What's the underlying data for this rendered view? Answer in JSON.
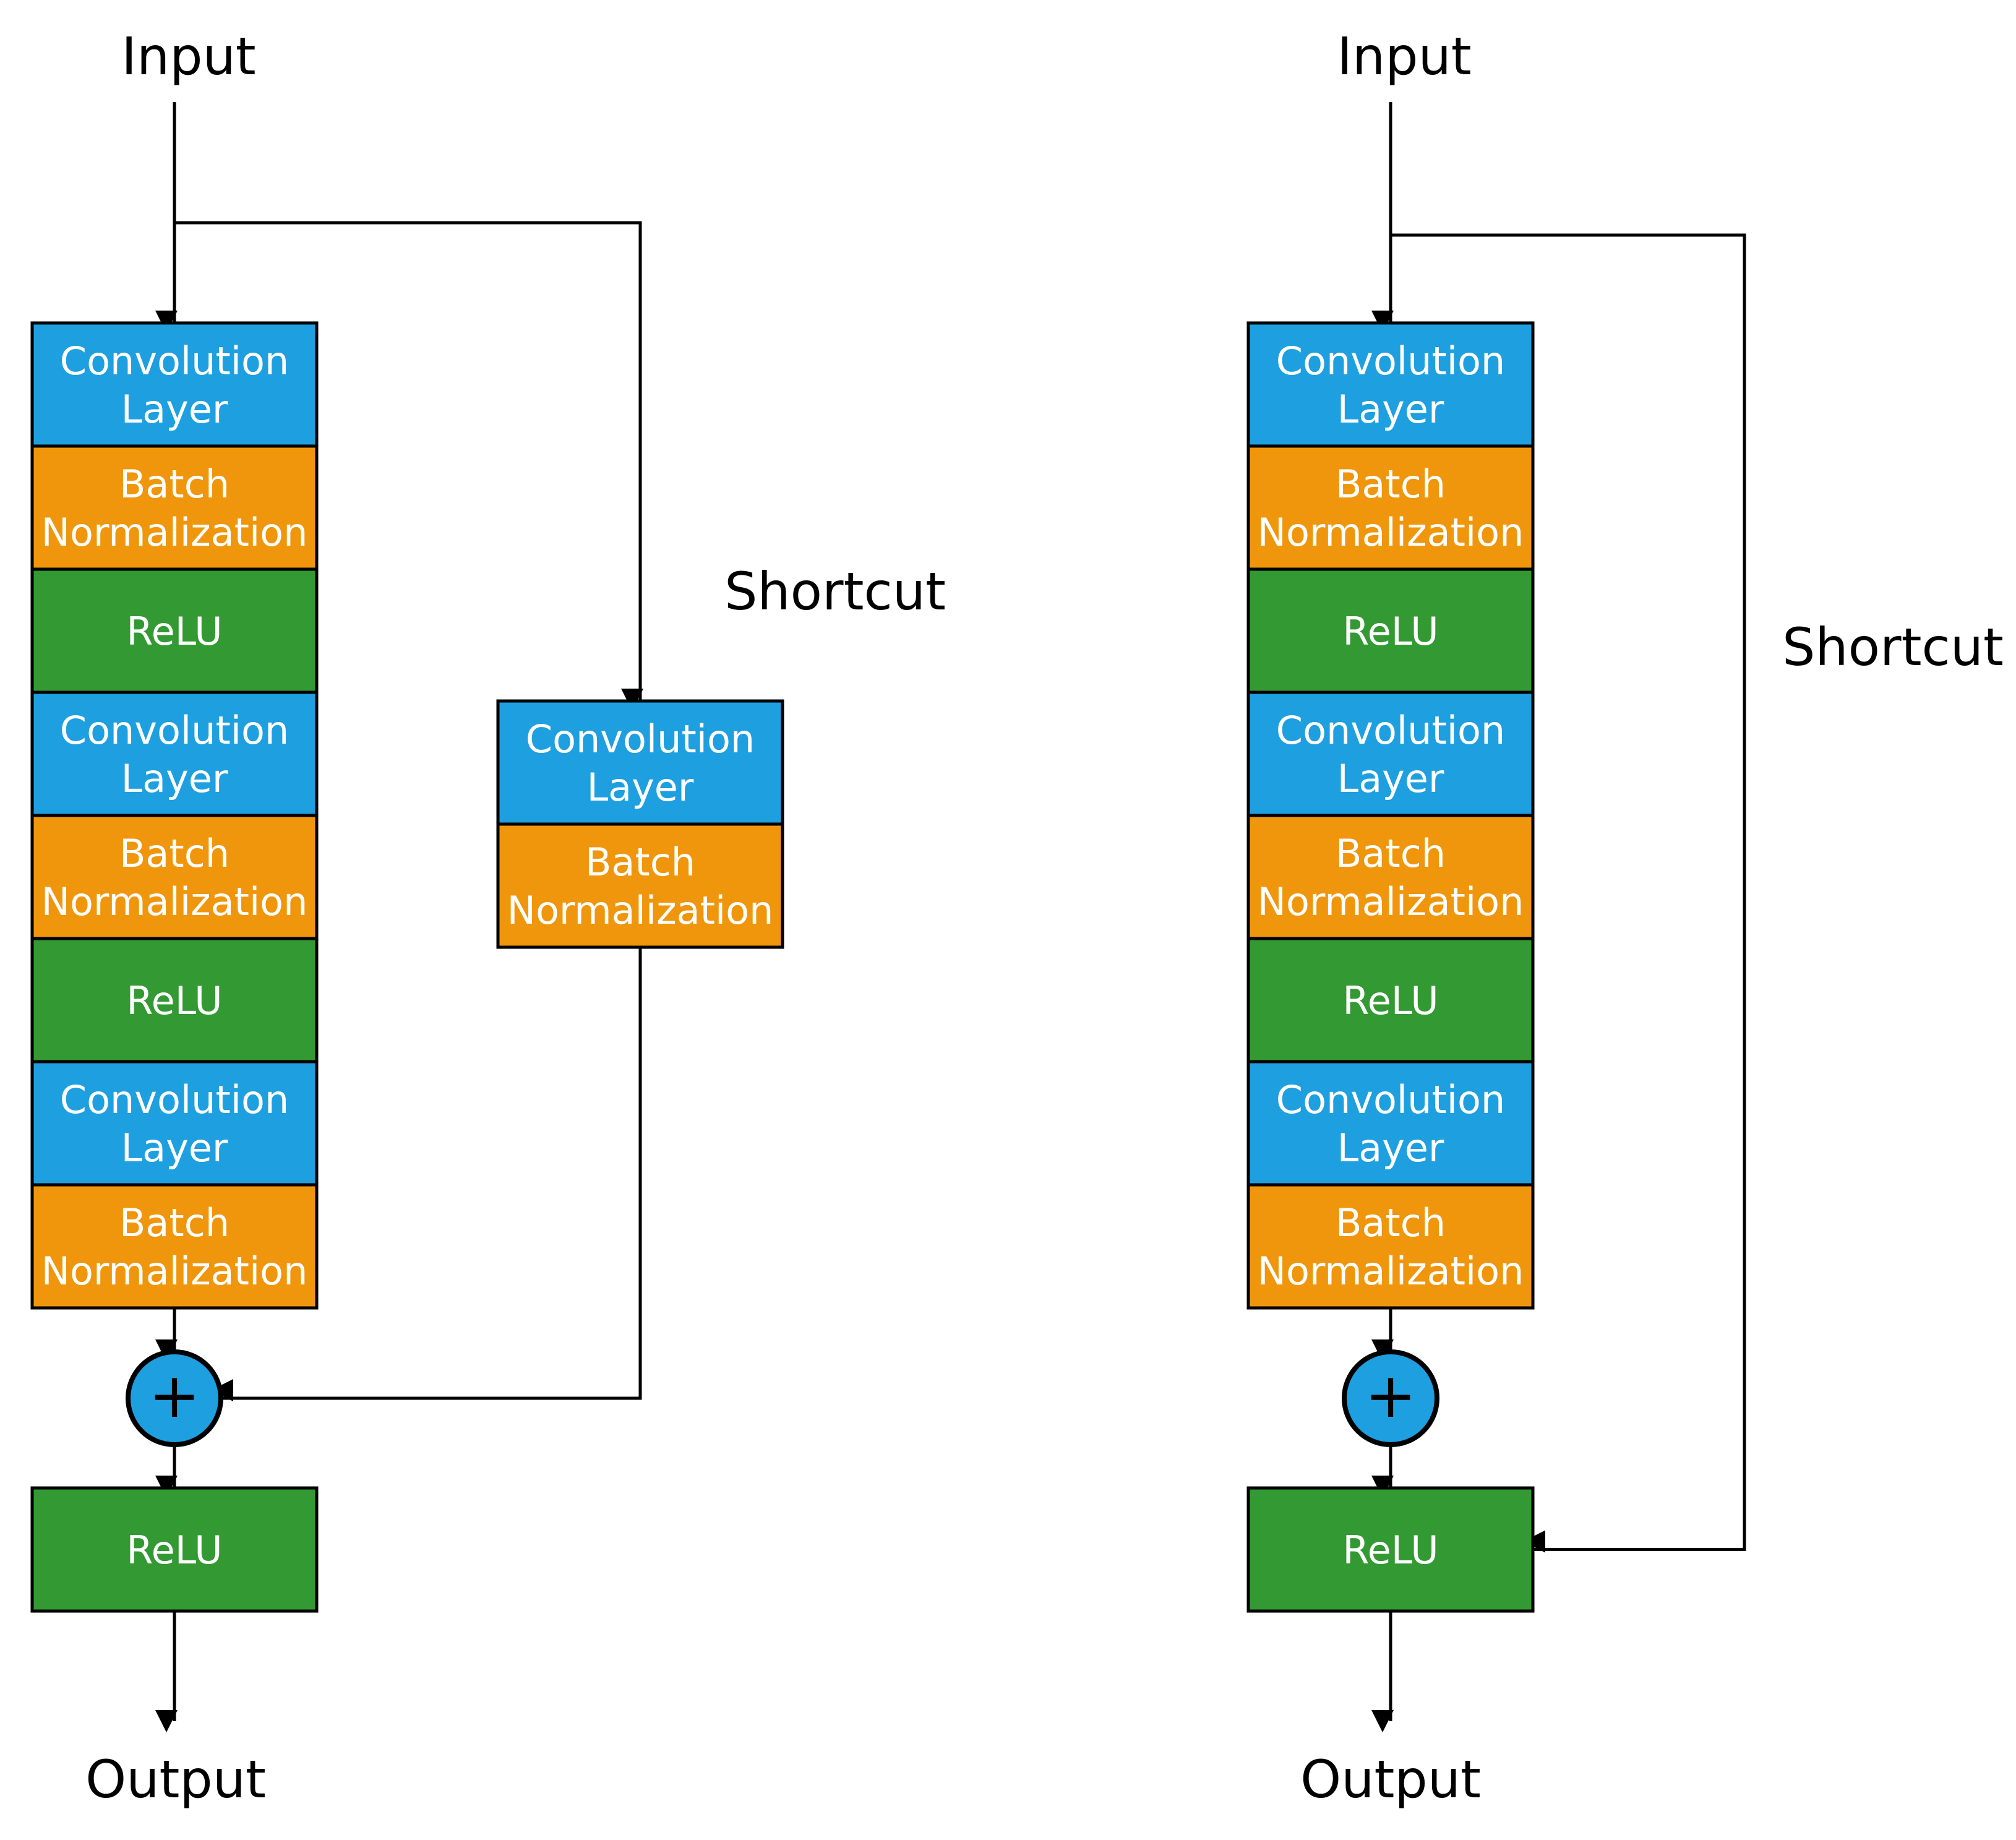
{
  "colors": {
    "conv": "#1E9FE0",
    "bn": "#F0960C",
    "relu": "#339933",
    "add": "#1E9FE0",
    "stroke": "#000000",
    "text_on_block": "#ffffff"
  },
  "diagrams": [
    {
      "input_label": "Input",
      "output_label": "Output",
      "shortcut_label": "Shortcut",
      "main_blocks": [
        {
          "kind": "conv",
          "lines": [
            "Convolution",
            "Layer"
          ]
        },
        {
          "kind": "bn",
          "lines": [
            "Batch",
            "Normalization"
          ]
        },
        {
          "kind": "relu",
          "lines": [
            "ReLU"
          ]
        },
        {
          "kind": "conv",
          "lines": [
            "Convolution",
            "Layer"
          ]
        },
        {
          "kind": "bn",
          "lines": [
            "Batch",
            "Normalization"
          ]
        },
        {
          "kind": "relu",
          "lines": [
            "ReLU"
          ]
        },
        {
          "kind": "conv",
          "lines": [
            "Convolution",
            "Layer"
          ]
        },
        {
          "kind": "bn",
          "lines": [
            "Batch",
            "Normalization"
          ]
        }
      ],
      "shortcut_blocks": [
        {
          "kind": "conv",
          "lines": [
            "Convolution",
            "Layer"
          ]
        },
        {
          "kind": "bn",
          "lines": [
            "Batch",
            "Normalization"
          ]
        }
      ],
      "add_symbol": "+",
      "final_block": {
        "kind": "relu",
        "lines": [
          "ReLU"
        ]
      }
    },
    {
      "input_label": "Input",
      "output_label": "Output",
      "shortcut_label": "Shortcut",
      "main_blocks": [
        {
          "kind": "conv",
          "lines": [
            "Convolution",
            "Layer"
          ]
        },
        {
          "kind": "bn",
          "lines": [
            "Batch",
            "Normalization"
          ]
        },
        {
          "kind": "relu",
          "lines": [
            "ReLU"
          ]
        },
        {
          "kind": "conv",
          "lines": [
            "Convolution",
            "Layer"
          ]
        },
        {
          "kind": "bn",
          "lines": [
            "Batch",
            "Normalization"
          ]
        },
        {
          "kind": "relu",
          "lines": [
            "ReLU"
          ]
        },
        {
          "kind": "conv",
          "lines": [
            "Convolution",
            "Layer"
          ]
        },
        {
          "kind": "bn",
          "lines": [
            "Batch",
            "Normalization"
          ]
        }
      ],
      "shortcut_blocks": [],
      "add_symbol": "+",
      "final_block": {
        "kind": "relu",
        "lines": [
          "ReLU"
        ]
      }
    }
  ]
}
